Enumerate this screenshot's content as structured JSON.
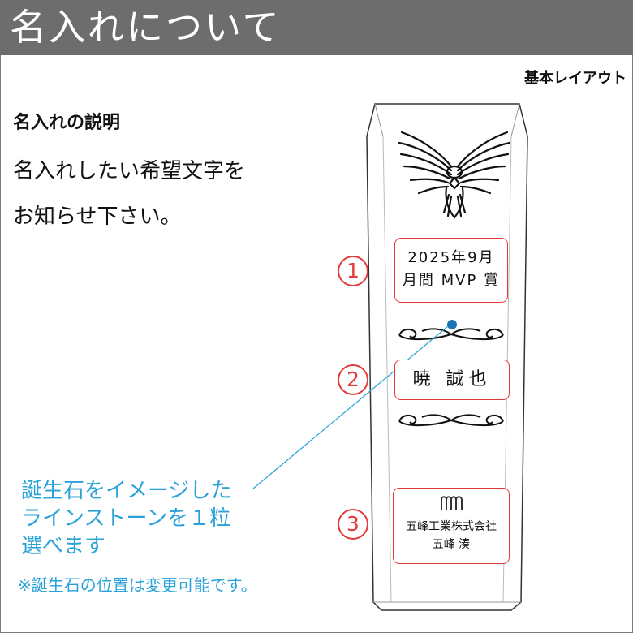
{
  "header": {
    "title": "名入れについて"
  },
  "layout_label": "基本レイアウト",
  "explanation": {
    "heading": "名入れの説明",
    "lines": [
      "名入れしたい希望文字を",
      "お知らせ下さい。"
    ]
  },
  "birthstone": {
    "note_lines": [
      "誕生石をイメージした",
      "ラインストーンを１粒",
      "選べます"
    ],
    "position_note": "※誕生石の位置は変更可能です。",
    "color": "#2aa2d8"
  },
  "plates": [
    {
      "number": "1",
      "lines": [
        "2025年9月",
        "月間 MVP 賞"
      ]
    },
    {
      "number": "2",
      "lines": [
        "暁 誠也"
      ]
    },
    {
      "number": "3",
      "logo": "company-logo-icon",
      "lines": [
        "五峰工業株式会社",
        "五峰 湊"
      ]
    }
  ],
  "colors": {
    "header_bg": "#6d6d6d",
    "accent_red": "#e33a3a",
    "note_blue": "#2aa2d8"
  }
}
